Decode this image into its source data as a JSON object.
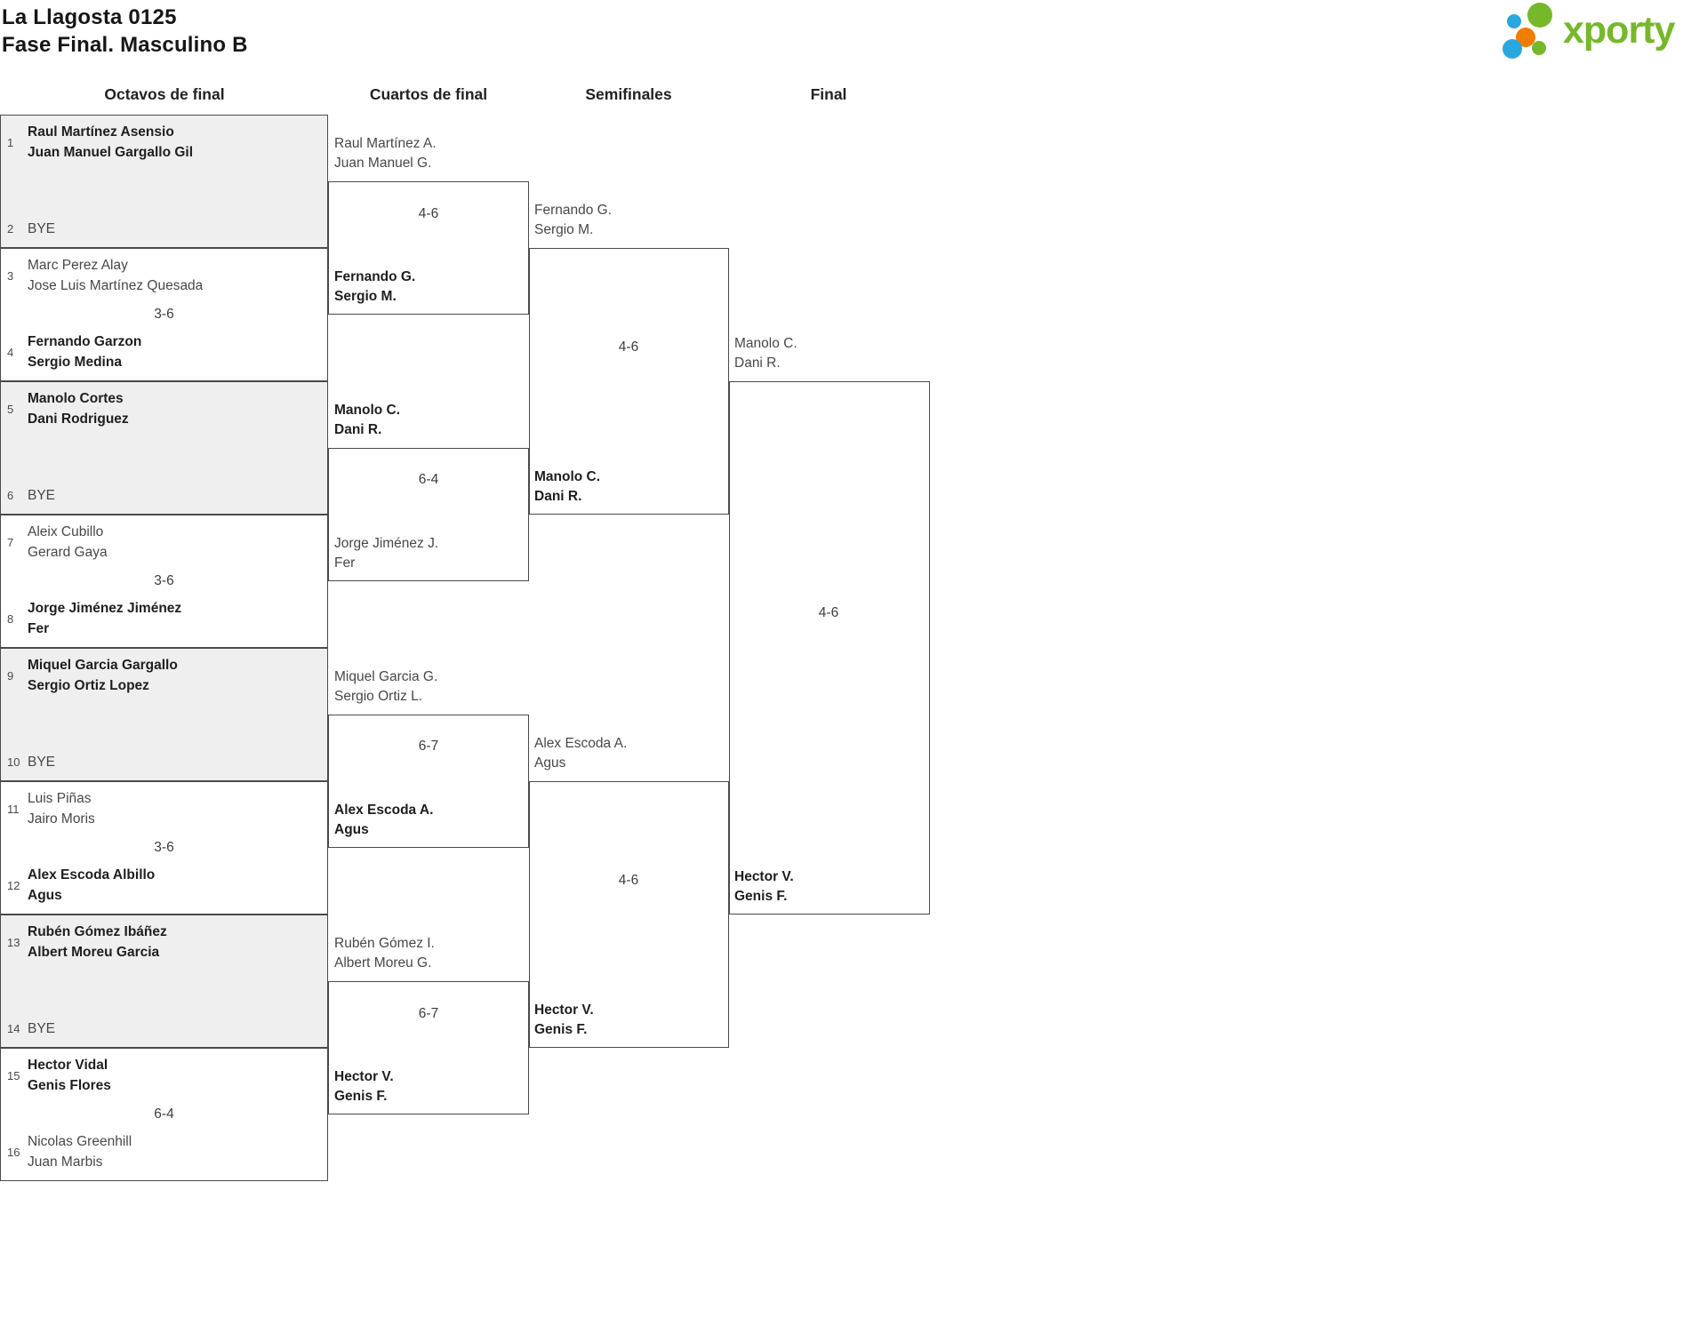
{
  "title": {
    "line1": "La Llagosta 0125",
    "line2": "Fase Final. Masculino B"
  },
  "logo": {
    "text": "xporty"
  },
  "colors": {
    "line": "#4a4a4a",
    "bye_bg": "#efefef",
    "green": "#76b82a",
    "blue": "#29a8e0",
    "orange": "#ef7d00"
  },
  "rounds": {
    "r16": "Octavos de final",
    "qf": "Cuartos de final",
    "sf": "Semifinales",
    "f": "Final"
  },
  "r16": [
    {
      "score": "",
      "top": {
        "seed": "1",
        "p1": "Raul Martínez Asensio",
        "p2": "Juan Manuel Gargallo Gil",
        "winner": true
      },
      "bottom": {
        "seed": "2",
        "p1": "BYE",
        "p2": "",
        "winner": false
      }
    },
    {
      "score": "3-6",
      "top": {
        "seed": "3",
        "p1": "Marc Perez Alay",
        "p2": "Jose Luis Martínez Quesada",
        "winner": false
      },
      "bottom": {
        "seed": "4",
        "p1": "Fernando Garzon",
        "p2": "Sergio Medina",
        "winner": true
      }
    },
    {
      "score": "",
      "top": {
        "seed": "5",
        "p1": "Manolo Cortes",
        "p2": "Dani Rodriguez",
        "winner": true
      },
      "bottom": {
        "seed": "6",
        "p1": "BYE",
        "p2": "",
        "winner": false
      }
    },
    {
      "score": "3-6",
      "top": {
        "seed": "7",
        "p1": "Aleix Cubillo",
        "p2": "Gerard Gaya",
        "winner": false
      },
      "bottom": {
        "seed": "8",
        "p1": "Jorge Jiménez Jiménez",
        "p2": "Fer",
        "winner": true
      }
    },
    {
      "score": "",
      "top": {
        "seed": "9",
        "p1": "Miquel Garcia Gargallo",
        "p2": "Sergio Ortiz Lopez",
        "winner": true
      },
      "bottom": {
        "seed": "10",
        "p1": "BYE",
        "p2": "",
        "winner": false
      }
    },
    {
      "score": "3-6",
      "top": {
        "seed": "11",
        "p1": "Luis Piñas",
        "p2": "Jairo Moris",
        "winner": false
      },
      "bottom": {
        "seed": "12",
        "p1": "Alex Escoda Albillo",
        "p2": "Agus",
        "winner": true
      }
    },
    {
      "score": "",
      "top": {
        "seed": "13",
        "p1": "Rubén Gómez Ibáñez",
        "p2": "Albert Moreu Garcia",
        "winner": true
      },
      "bottom": {
        "seed": "14",
        "p1": "BYE",
        "p2": "",
        "winner": false
      }
    },
    {
      "score": "6-4",
      "top": {
        "seed": "15",
        "p1": "Hector Vidal",
        "p2": "Genis Flores",
        "winner": true
      },
      "bottom": {
        "seed": "16",
        "p1": "Nicolas Greenhill",
        "p2": "Juan Marbis",
        "winner": false
      }
    }
  ],
  "qf": [
    {
      "score": "4-6",
      "top": {
        "p1": "Raul Martínez A.",
        "p2": "Juan Manuel G.",
        "winner": false
      },
      "bottom": {
        "p1": "Fernando G.",
        "p2": "Sergio M.",
        "winner": true
      }
    },
    {
      "score": "6-4",
      "top": {
        "p1": "Manolo C.",
        "p2": "Dani R.",
        "winner": true
      },
      "bottom": {
        "p1": "Jorge Jiménez J.",
        "p2": "Fer",
        "winner": false
      }
    },
    {
      "score": "6-7",
      "top": {
        "p1": "Miquel Garcia G.",
        "p2": "Sergio Ortiz L.",
        "winner": false
      },
      "bottom": {
        "p1": "Alex Escoda A.",
        "p2": "Agus",
        "winner": true
      }
    },
    {
      "score": "6-7",
      "top": {
        "p1": "Rubén Gómez I.",
        "p2": "Albert Moreu G.",
        "winner": false
      },
      "bottom": {
        "p1": "Hector V.",
        "p2": "Genis F.",
        "winner": true
      }
    }
  ],
  "sf": [
    {
      "score": "4-6",
      "top": {
        "p1": "Fernando G.",
        "p2": "Sergio M.",
        "winner": false
      },
      "bottom": {
        "p1": "Manolo C.",
        "p2": "Dani R.",
        "winner": true
      }
    },
    {
      "score": "4-6",
      "top": {
        "p1": "Alex Escoda A.",
        "p2": "Agus",
        "winner": false
      },
      "bottom": {
        "p1": "Hector V.",
        "p2": "Genis F.",
        "winner": true
      }
    }
  ],
  "final": {
    "score": "4-6",
    "top": {
      "p1": "Manolo C.",
      "p2": "Dani R.",
      "winner": false
    },
    "bottom": {
      "p1": "Hector V.",
      "p2": "Genis F.",
      "winner": true
    }
  }
}
